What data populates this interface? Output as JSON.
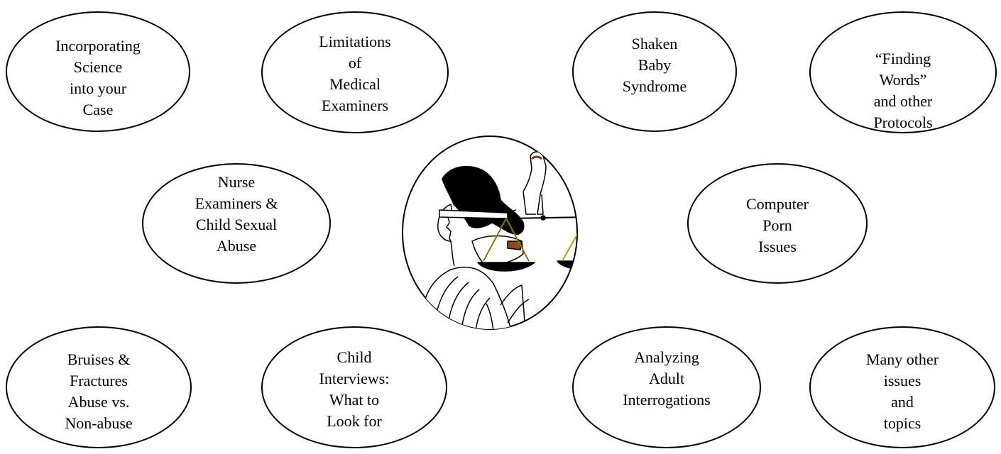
{
  "topics": [
    {
      "lines": [
        "Incorporating",
        "Science",
        "into your",
        "Case"
      ]
    },
    {
      "lines": [
        "Limitations",
        "of",
        "Medical",
        "Examiners"
      ]
    },
    {
      "lines": [
        "Shaken",
        "Baby",
        "Syndrome"
      ]
    },
    {
      "lines": [
        "“Finding",
        "Words”",
        "and other",
        "Protocols"
      ]
    },
    {
      "lines": [
        "Nurse",
        "Examiners &",
        "Child Sexual",
        "Abuse"
      ]
    },
    {
      "lines": [
        "Computer",
        "Porn",
        "Issues"
      ]
    },
    {
      "lines": [
        "Bruises &",
        "Fractures",
        "Abuse vs.",
        "Non-abuse"
      ]
    },
    {
      "lines": [
        "Child",
        "Interviews:",
        "What to",
        "Look for"
      ]
    },
    {
      "lines": [
        "Analyzing",
        "Adult",
        "Interrogations"
      ]
    },
    {
      "lines": [
        "Many other",
        "issues",
        "and",
        "topics"
      ]
    }
  ],
  "emblem": {
    "icon": "lady-justice-scales-icon"
  }
}
